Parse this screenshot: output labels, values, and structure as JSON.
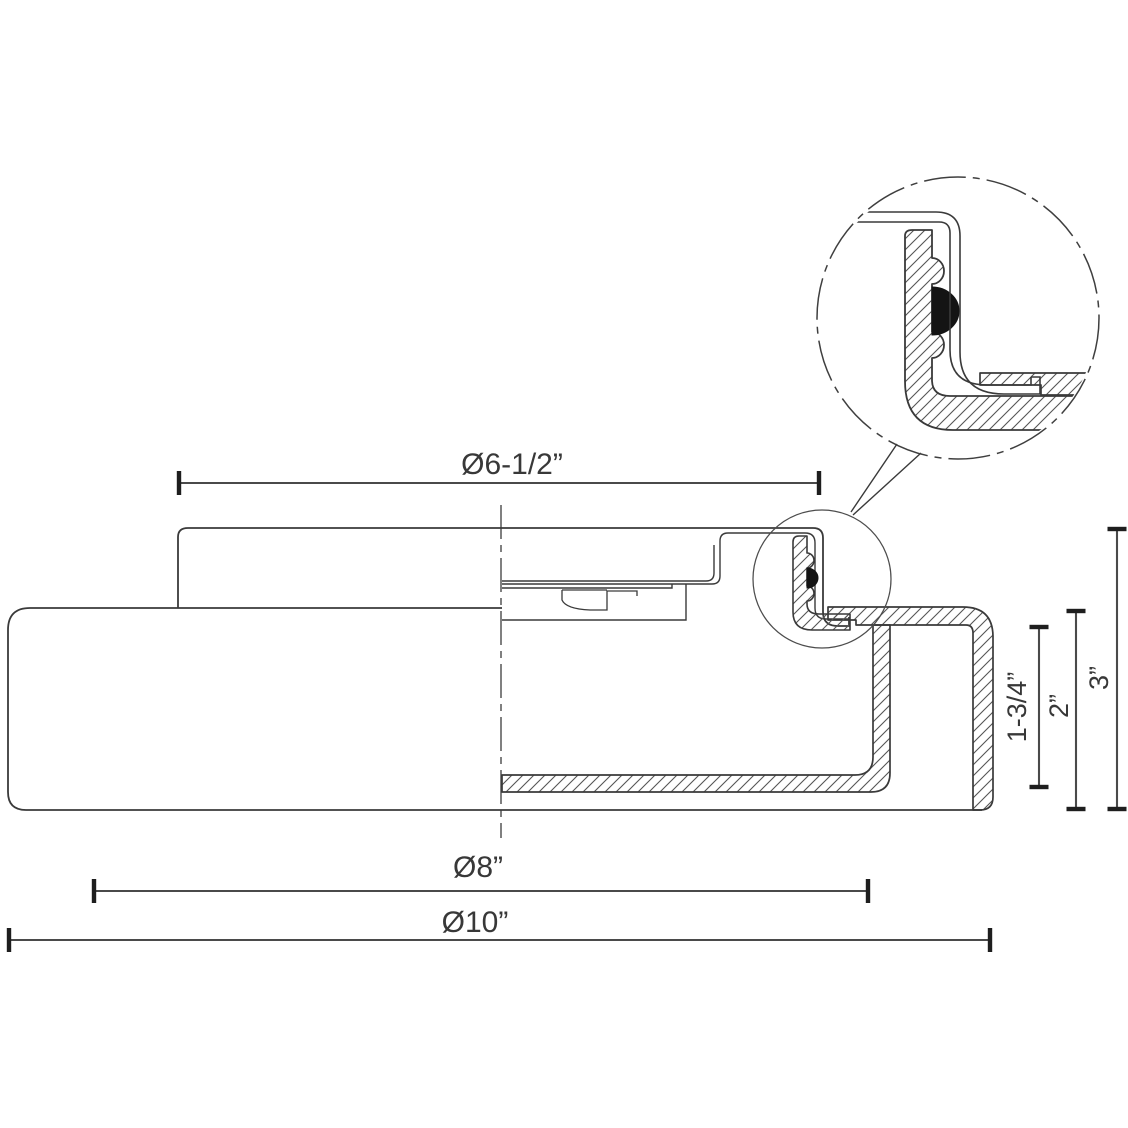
{
  "diagram": {
    "type": "technical-dimension-drawing",
    "subject": "flush-mount ceiling fixture half-section with magnified detail callout of glass retention gasket",
    "colors": {
      "background": "#ffffff",
      "outline": "#3a3a3a",
      "dim_line": "#4a4a4a",
      "tick": "#1e1e1e",
      "text": "#383838",
      "gasket": "#141414",
      "hatch": "#555555"
    },
    "dims": {
      "h": [
        {
          "name": "canopy-diameter",
          "label": "Ø6-1/2”"
        },
        {
          "name": "body-diameter",
          "label": "Ø8”"
        },
        {
          "name": "overall-diameter",
          "label": "Ø10”"
        }
      ],
      "v": [
        {
          "name": "body-height",
          "label": "1-3/4”"
        },
        {
          "name": "glass-height",
          "label": "2”"
        },
        {
          "name": "overall-height",
          "label": "3”"
        }
      ]
    },
    "callout": {
      "style": "dash-dot magnifier circle with balloon tail",
      "content": "mounting ring, canopy skin and black gasket pressed against glass rim"
    }
  }
}
